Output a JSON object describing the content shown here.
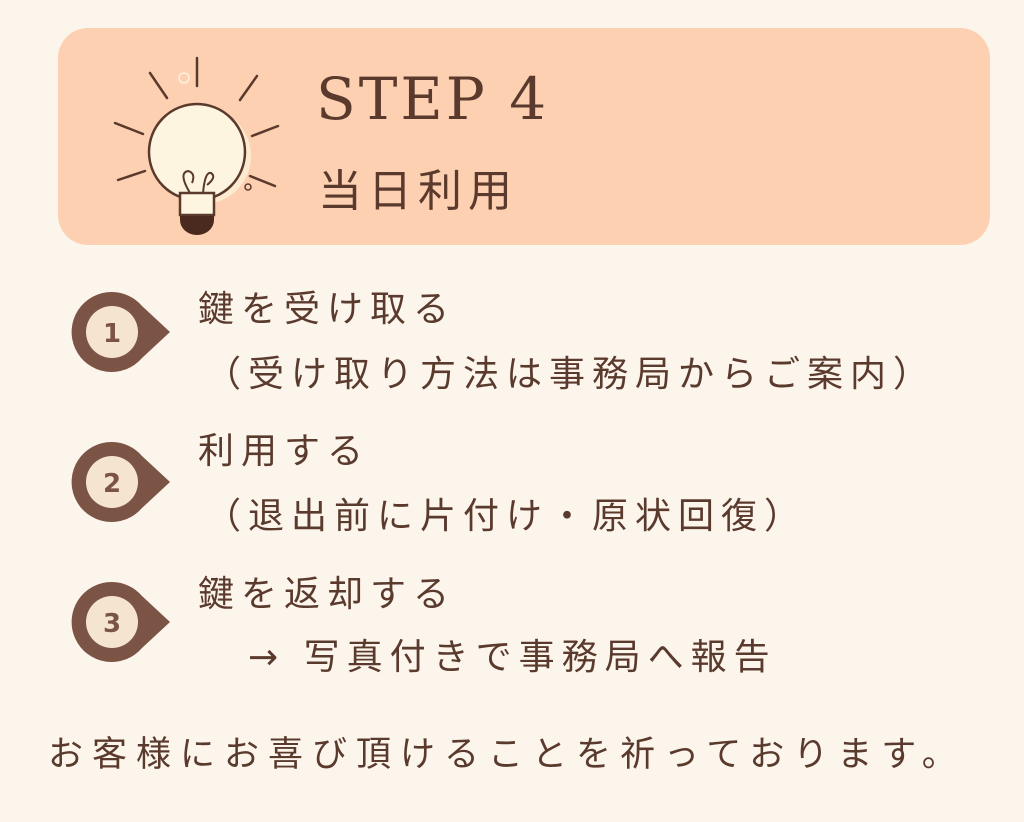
{
  "header": {
    "title": "STEP 4",
    "subtitle": "当日利用",
    "icon": "lightbulb-icon"
  },
  "steps": [
    {
      "number": "1",
      "line1": "鍵を受け取る",
      "line2": "（受け取り方法は事務局からご案内）"
    },
    {
      "number": "2",
      "line1": "利用する",
      "line2": "（退出前に片付け・原状回復）"
    },
    {
      "number": "3",
      "line1": "鍵を返却する",
      "line2": "→ 写真付きで事務局へ報告"
    }
  ],
  "footer": "お客様にお喜び頂けることを祈っております。",
  "colors": {
    "background": "#fcf5ec",
    "header": "#fdd0b1",
    "text": "#5b3a2e",
    "pin": "#7b5446",
    "pin_inner": "#f4e4d0"
  }
}
